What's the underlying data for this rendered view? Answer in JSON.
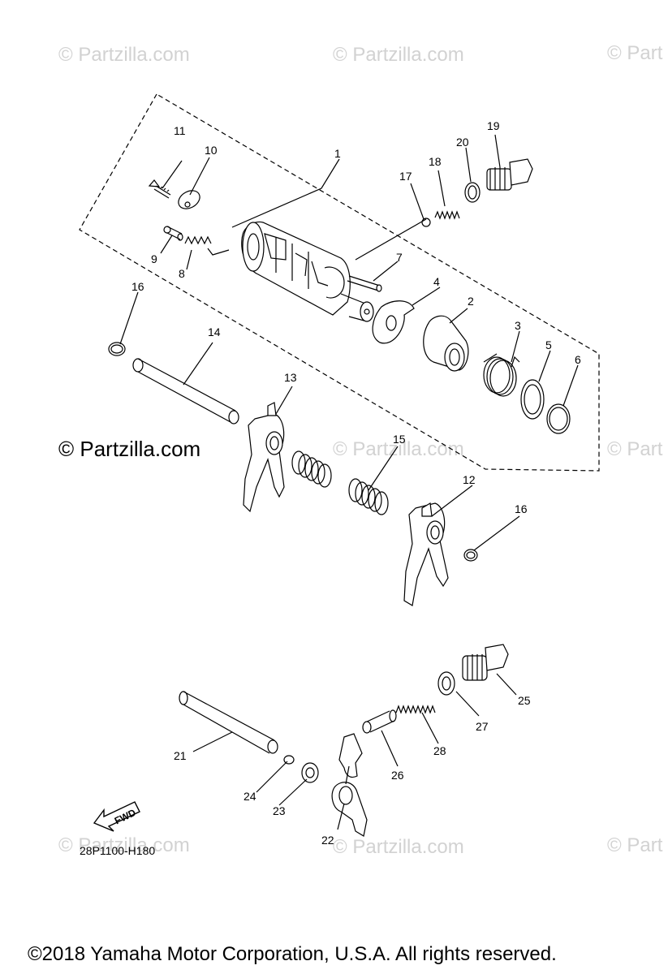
{
  "watermarks": {
    "text": "© Partzilla.com",
    "partial": "© Part",
    "main": "© Partzilla.com"
  },
  "diagram_code": "28P1100-H180",
  "fwd_label": "FWD",
  "copyright": "©2018  Yamaha Motor Corporation, U.S.A. All rights reserved.",
  "callouts": [
    "1",
    "2",
    "3",
    "4",
    "5",
    "6",
    "7",
    "8",
    "9",
    "10",
    "11",
    "12",
    "13",
    "14",
    "15",
    "16",
    "16",
    "17",
    "18",
    "19",
    "20",
    "21",
    "22",
    "23",
    "24",
    "25",
    "26",
    "27",
    "28"
  ]
}
